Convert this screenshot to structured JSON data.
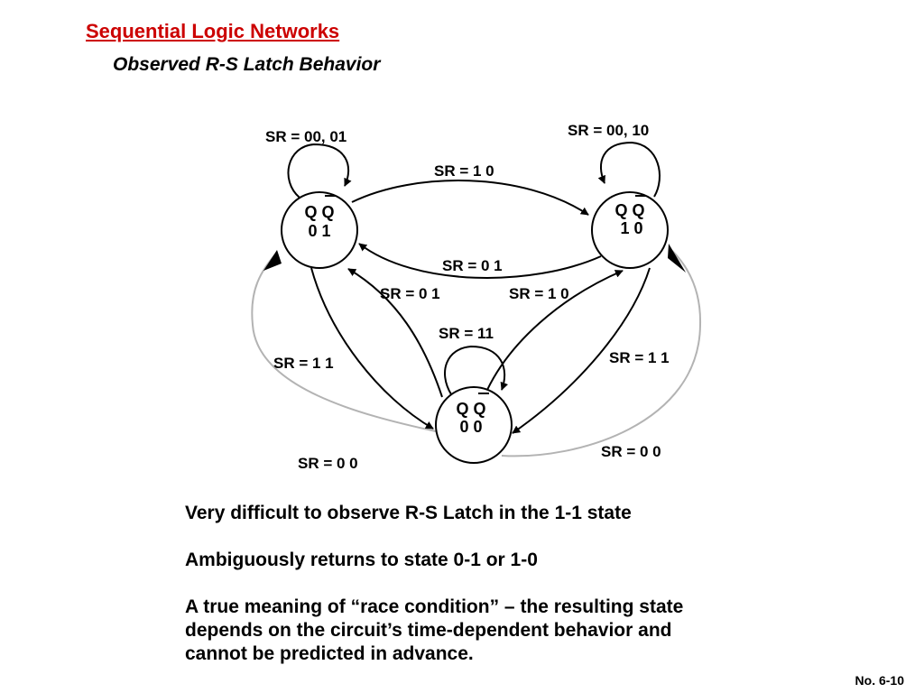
{
  "slide": {
    "title": "Sequential Logic Networks",
    "subtitle": "Observed R-S Latch Behavior",
    "page_number": "No. 6-10"
  },
  "diagram": {
    "states": [
      {
        "id": "s01",
        "line1": "Q Q",
        "line2": "0 1"
      },
      {
        "id": "s10",
        "line1": "Q Q",
        "line2": "1 0"
      },
      {
        "id": "s00",
        "line1": "Q Q",
        "line2": "0 0"
      }
    ],
    "labels": {
      "self_01": "SR = 00, 01",
      "self_10": "SR = 00, 10",
      "self_00": "SR = 11",
      "t01_10": "SR = 1 0",
      "t10_01": "SR = 0 1",
      "t00_01": "SR = 0 1",
      "t00_10": "SR = 1 0",
      "t01_00": "SR = 1 1",
      "t10_00": "SR = 1 1",
      "t00_01_gray": "SR = 0 0",
      "t00_10_gray": "SR = 0 0"
    },
    "colors": {
      "stroke": "#000000",
      "gray_transition": "#b3b3b3",
      "title": "#cc0000"
    }
  },
  "notes": {
    "line1": "Very difficult to observe R-S Latch in the 1-1 state",
    "line2": "Ambiguously returns to state 0-1 or 1-0",
    "line3a": "A true meaning of “race condition” – the resulting state",
    "line3b": "depends on the circuit’s time-dependent behavior and",
    "line3c": "cannot be predicted in advance."
  }
}
